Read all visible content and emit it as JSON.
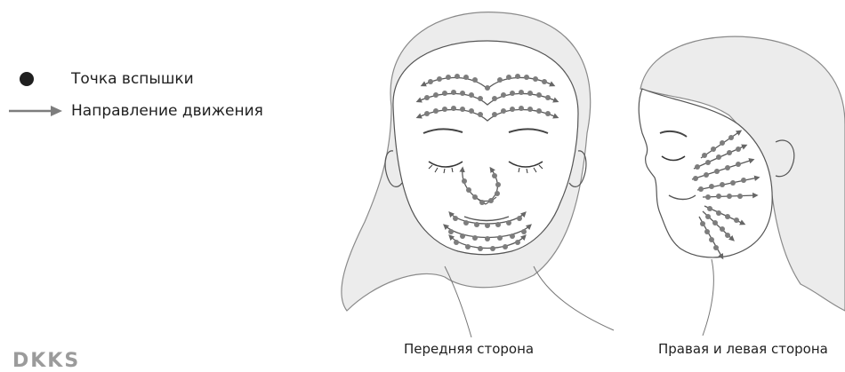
{
  "legend": {
    "flash_point": "Точка вспышки",
    "direction": "Направление движения"
  },
  "captions": {
    "front": "Передняя сторона",
    "side": "Правая и левая сторона"
  },
  "brand_fragment": "DKKS",
  "colors": {
    "marker": "#7d7d7d",
    "line": "#5a5a5a",
    "hair": "#e6e6e6",
    "ink": "#1f1f1f"
  },
  "icons": {
    "flash_point": "filled-dot-icon",
    "direction": "arrow-right-icon"
  }
}
